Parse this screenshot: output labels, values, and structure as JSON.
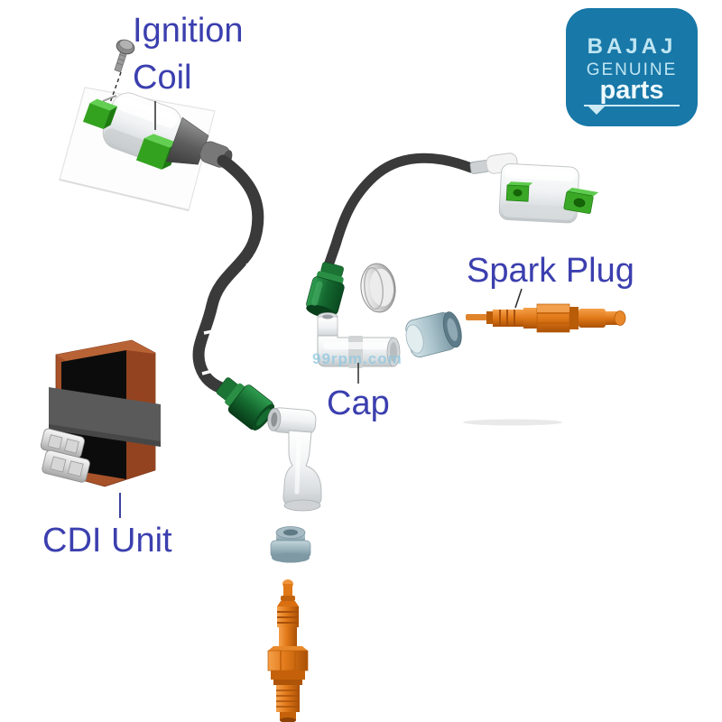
{
  "badge": {
    "brand": "BAJAJ",
    "genuine": "GENUINE",
    "parts": "parts",
    "bg_color": "#1878a8",
    "text_color_light": "#bfe6f2",
    "text_color_white": "#eef9fd"
  },
  "labels": {
    "ignition_line1": "Ignition",
    "ignition_line2": "Coil",
    "spark_plug": "Spark Plug",
    "cap": "Cap",
    "cdi": "CDI Unit",
    "color": "#3b3fae"
  },
  "watermark": {
    "text": "99rpm.com",
    "color": "#8ec7e0"
  },
  "parts": {
    "items": [
      {
        "name": "mounting-bolt"
      },
      {
        "name": "ignition-coil-left"
      },
      {
        "name": "ht-cable-left"
      },
      {
        "name": "cable-boot-left"
      },
      {
        "name": "ignition-coil-right"
      },
      {
        "name": "ht-cable-right"
      },
      {
        "name": "cable-boot-middle"
      },
      {
        "name": "dome-washer"
      },
      {
        "name": "spark-plug-cap-horizontal"
      },
      {
        "name": "insulator-cup"
      },
      {
        "name": "spark-plug-horizontal"
      },
      {
        "name": "spark-plug-cap-vertical"
      },
      {
        "name": "bushing"
      },
      {
        "name": "spark-plug-vertical"
      },
      {
        "name": "cdi-unit"
      }
    ]
  },
  "colors": {
    "connector_green": "#33a31f",
    "boot_dark_green": "#177a3a",
    "spark_plug_orange": "#e07818",
    "cdi_brown": "#a8522a",
    "cable_black": "#3a3a3a",
    "metal_silver": "#c9ced1",
    "bushing_blue_gray": "#9ab2bb"
  }
}
